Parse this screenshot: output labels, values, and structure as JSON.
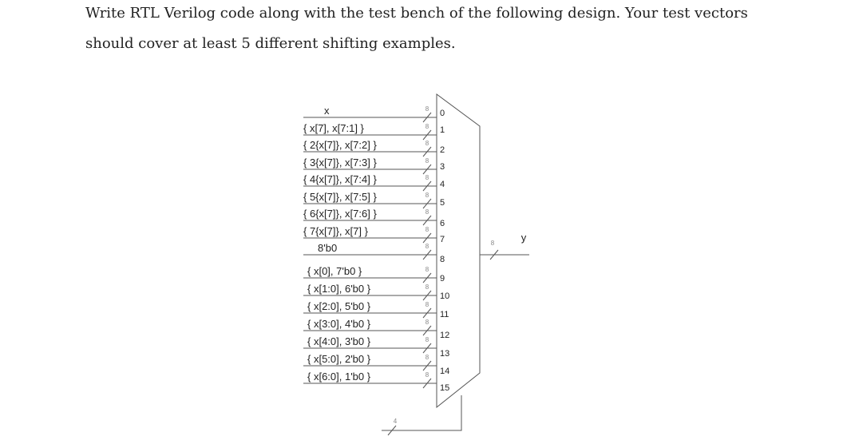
{
  "question": {
    "line1": "Write RTL Verilog code along with the test bench of the following design. Your test vectors",
    "line2": "should cover at least 5 different shifting examples."
  },
  "mux": {
    "inputs": [
      "x",
      "{ x[7], x[7:1] }",
      "{ 2{x[7]}, x[7:2] }",
      "{ 3{x[7]}, x[7:3] }",
      "{ 4{x[7]}, x[7:4] }",
      "{ 5{x[7]}, x[7:5] }",
      "{ 6{x[7]}, x[7:6] }",
      "{ 7{x[7]}, x[7] }",
      "8'b0",
      "{ x[0], 7'b0 }",
      "{ x[1:0], 6'b0 }",
      "{ x[2:0], 5'b0 }",
      "{ x[3:0], 4'b0 }",
      "{ x[4:0], 3'b0 }",
      "{ x[5:0], 2'b0 }",
      "{ x[6:0], 1'b0 }"
    ],
    "port_numbers": [
      "0",
      "1",
      "2",
      "3",
      "4",
      "5",
      "6",
      "7",
      "8",
      "9",
      "10",
      "11",
      "12",
      "13",
      "14",
      "15"
    ],
    "bus_width": "8",
    "select_width": "4",
    "output_width": "8",
    "output_label": "y"
  }
}
